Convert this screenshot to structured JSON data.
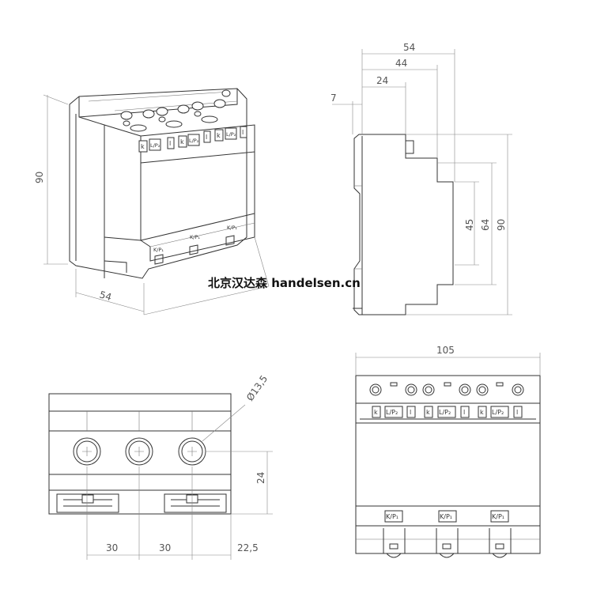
{
  "watermark": "北京汉达森 handelsen.cn",
  "views": {
    "iso": {
      "dim_height": "90",
      "dim_depth": "54",
      "top_terminals": [
        "k",
        "L/P₂",
        "l",
        "k",
        "L/P₂",
        "l",
        "k",
        "L/P₂",
        "l"
      ],
      "bottom_terminals": [
        "K/P₁",
        "K/P₁",
        "K/P₁"
      ]
    },
    "side": {
      "dim_54": "54",
      "dim_44": "44",
      "dim_24": "24",
      "dim_7": "7",
      "dim_45": "45",
      "dim_64": "64",
      "dim_90": "90"
    },
    "top": {
      "dim_hole": "Ø13,5",
      "dim_24": "24",
      "dim_30a": "30",
      "dim_30b": "30",
      "dim_22_5": "22,5"
    },
    "front": {
      "dim_width": "105",
      "top_terminals": [
        "k",
        "L/P₂",
        "l",
        "k",
        "L/P₂",
        "l",
        "k",
        "L/P₂",
        "l"
      ],
      "bottom_terminals": [
        "K/P₁",
        "K/P₁",
        "K/P₁"
      ]
    }
  }
}
